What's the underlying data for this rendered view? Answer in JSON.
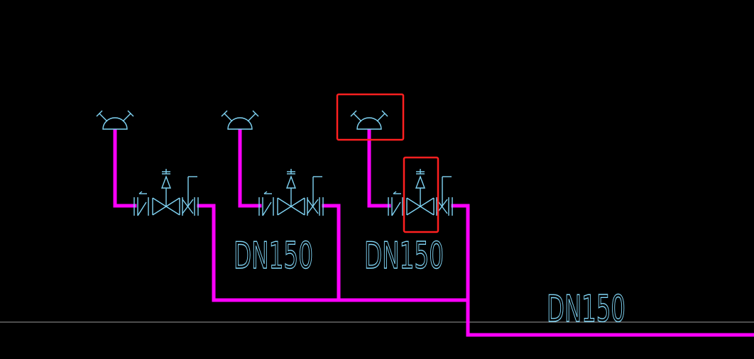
{
  "drawing": {
    "background": "#000000",
    "colors": {
      "pipe": "#ff00ff",
      "symbol": "#80d4f4",
      "highlight": "#ff2020",
      "reference_line": "#9a9a9a"
    },
    "branches": [
      {
        "name": "branch-1",
        "components": [
          "sprinkler-head",
          "flange",
          "valve",
          "pressure-actuator",
          "check-valve"
        ],
        "highlighted": []
      },
      {
        "name": "branch-2",
        "components": [
          "sprinkler-head",
          "flange",
          "valve",
          "pressure-actuator",
          "check-valve"
        ],
        "highlighted": []
      },
      {
        "name": "branch-3",
        "components": [
          "sprinkler-head",
          "flange",
          "valve",
          "pressure-actuator",
          "check-valve"
        ],
        "highlighted": [
          "sprinkler-head",
          "valve"
        ]
      }
    ],
    "labels": [
      {
        "text": "DN150"
      },
      {
        "text": "DN150"
      },
      {
        "text": "DN150"
      }
    ]
  }
}
